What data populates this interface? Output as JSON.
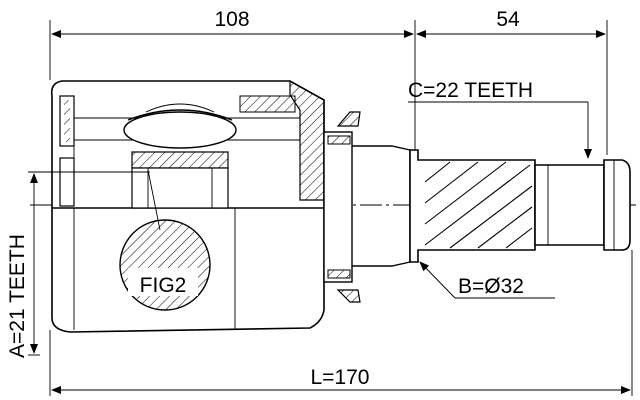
{
  "dimensions": {
    "housing_length": "108",
    "shaft_length": "54",
    "outer_teeth": "C=22 TEETH",
    "inner_teeth": "A=21 TEETH",
    "shaft_diameter": "B=Ø32",
    "total_length": "L=170"
  },
  "callouts": {
    "figure_label": "FIG2"
  }
}
